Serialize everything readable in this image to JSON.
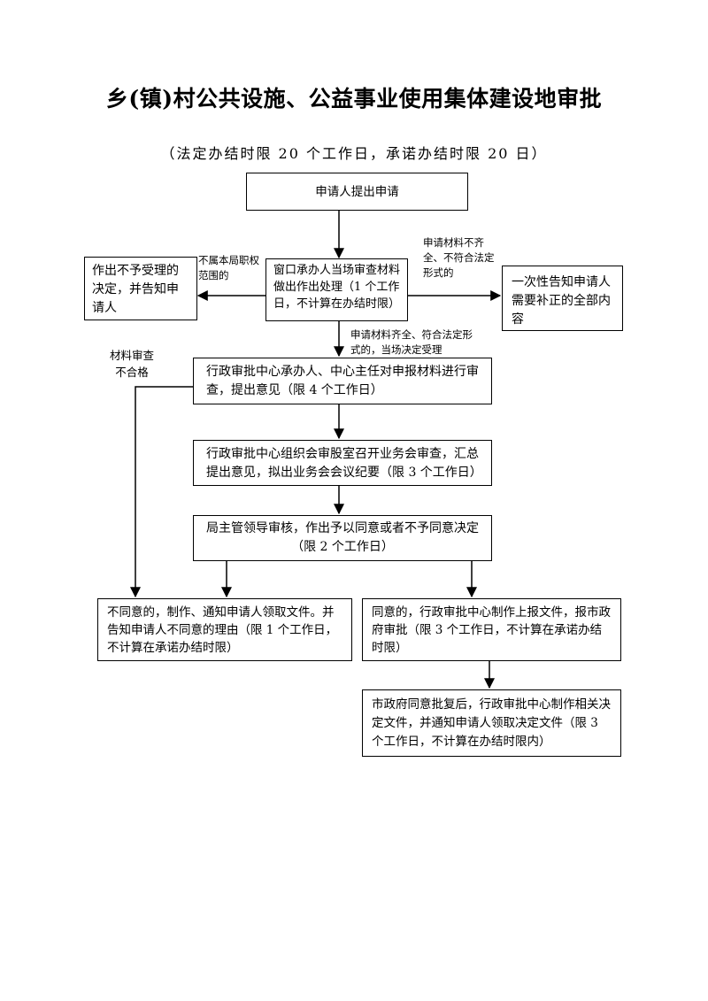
{
  "title": "乡(镇)村公共设施、公益事业使用集体建设地审批",
  "subtitle": "（法定办结时限 20 个工作日，承诺办结时限 20 日）",
  "boxes": {
    "apply": "申请人提出申请",
    "window": "窗口承办人当场审查材料做出作出处理（1 个工作日，不计算在办结时限）",
    "reject": "作出不予受理的决定，并告知申请人",
    "notify": "一次性告知申请人需要补正的全部内容",
    "review": "行政审批中心承办人、中心主任对申报材料进行审查，提出意见（限 4 个工作日）",
    "meeting": "行政审批中心组织会审股室召开业务会审查，汇总提出意见，拟出业务会会议纪要（限 3 个工作日）",
    "leader": "局主管领导审核，作出予以同意或者不予同意决定（限 2 个工作日）",
    "disagree": "不同意的，制作、通知申请人领取文件。并告知申请人不同意的理由（限 1 个工作日，不计算在承诺办结时限）",
    "agree": "同意的，行政审批中心制作上报文件，报市政府审批（限 3 个工作日，不计算在承诺办结时限）",
    "final": "市政府同意批复后，行政审批中心制作相关决定文件，并通知申请人领取决定文件（限 3 个工作日，不计算在办结时限内）"
  },
  "labels": {
    "out_of_scope": "不属本局职权范围的",
    "incomplete": "申请材料不齐全、不符合法定形式的",
    "accepted": "申请材料齐全、符合法定形式的，当场决定受理",
    "unqualified": "材料审查不合格"
  }
}
